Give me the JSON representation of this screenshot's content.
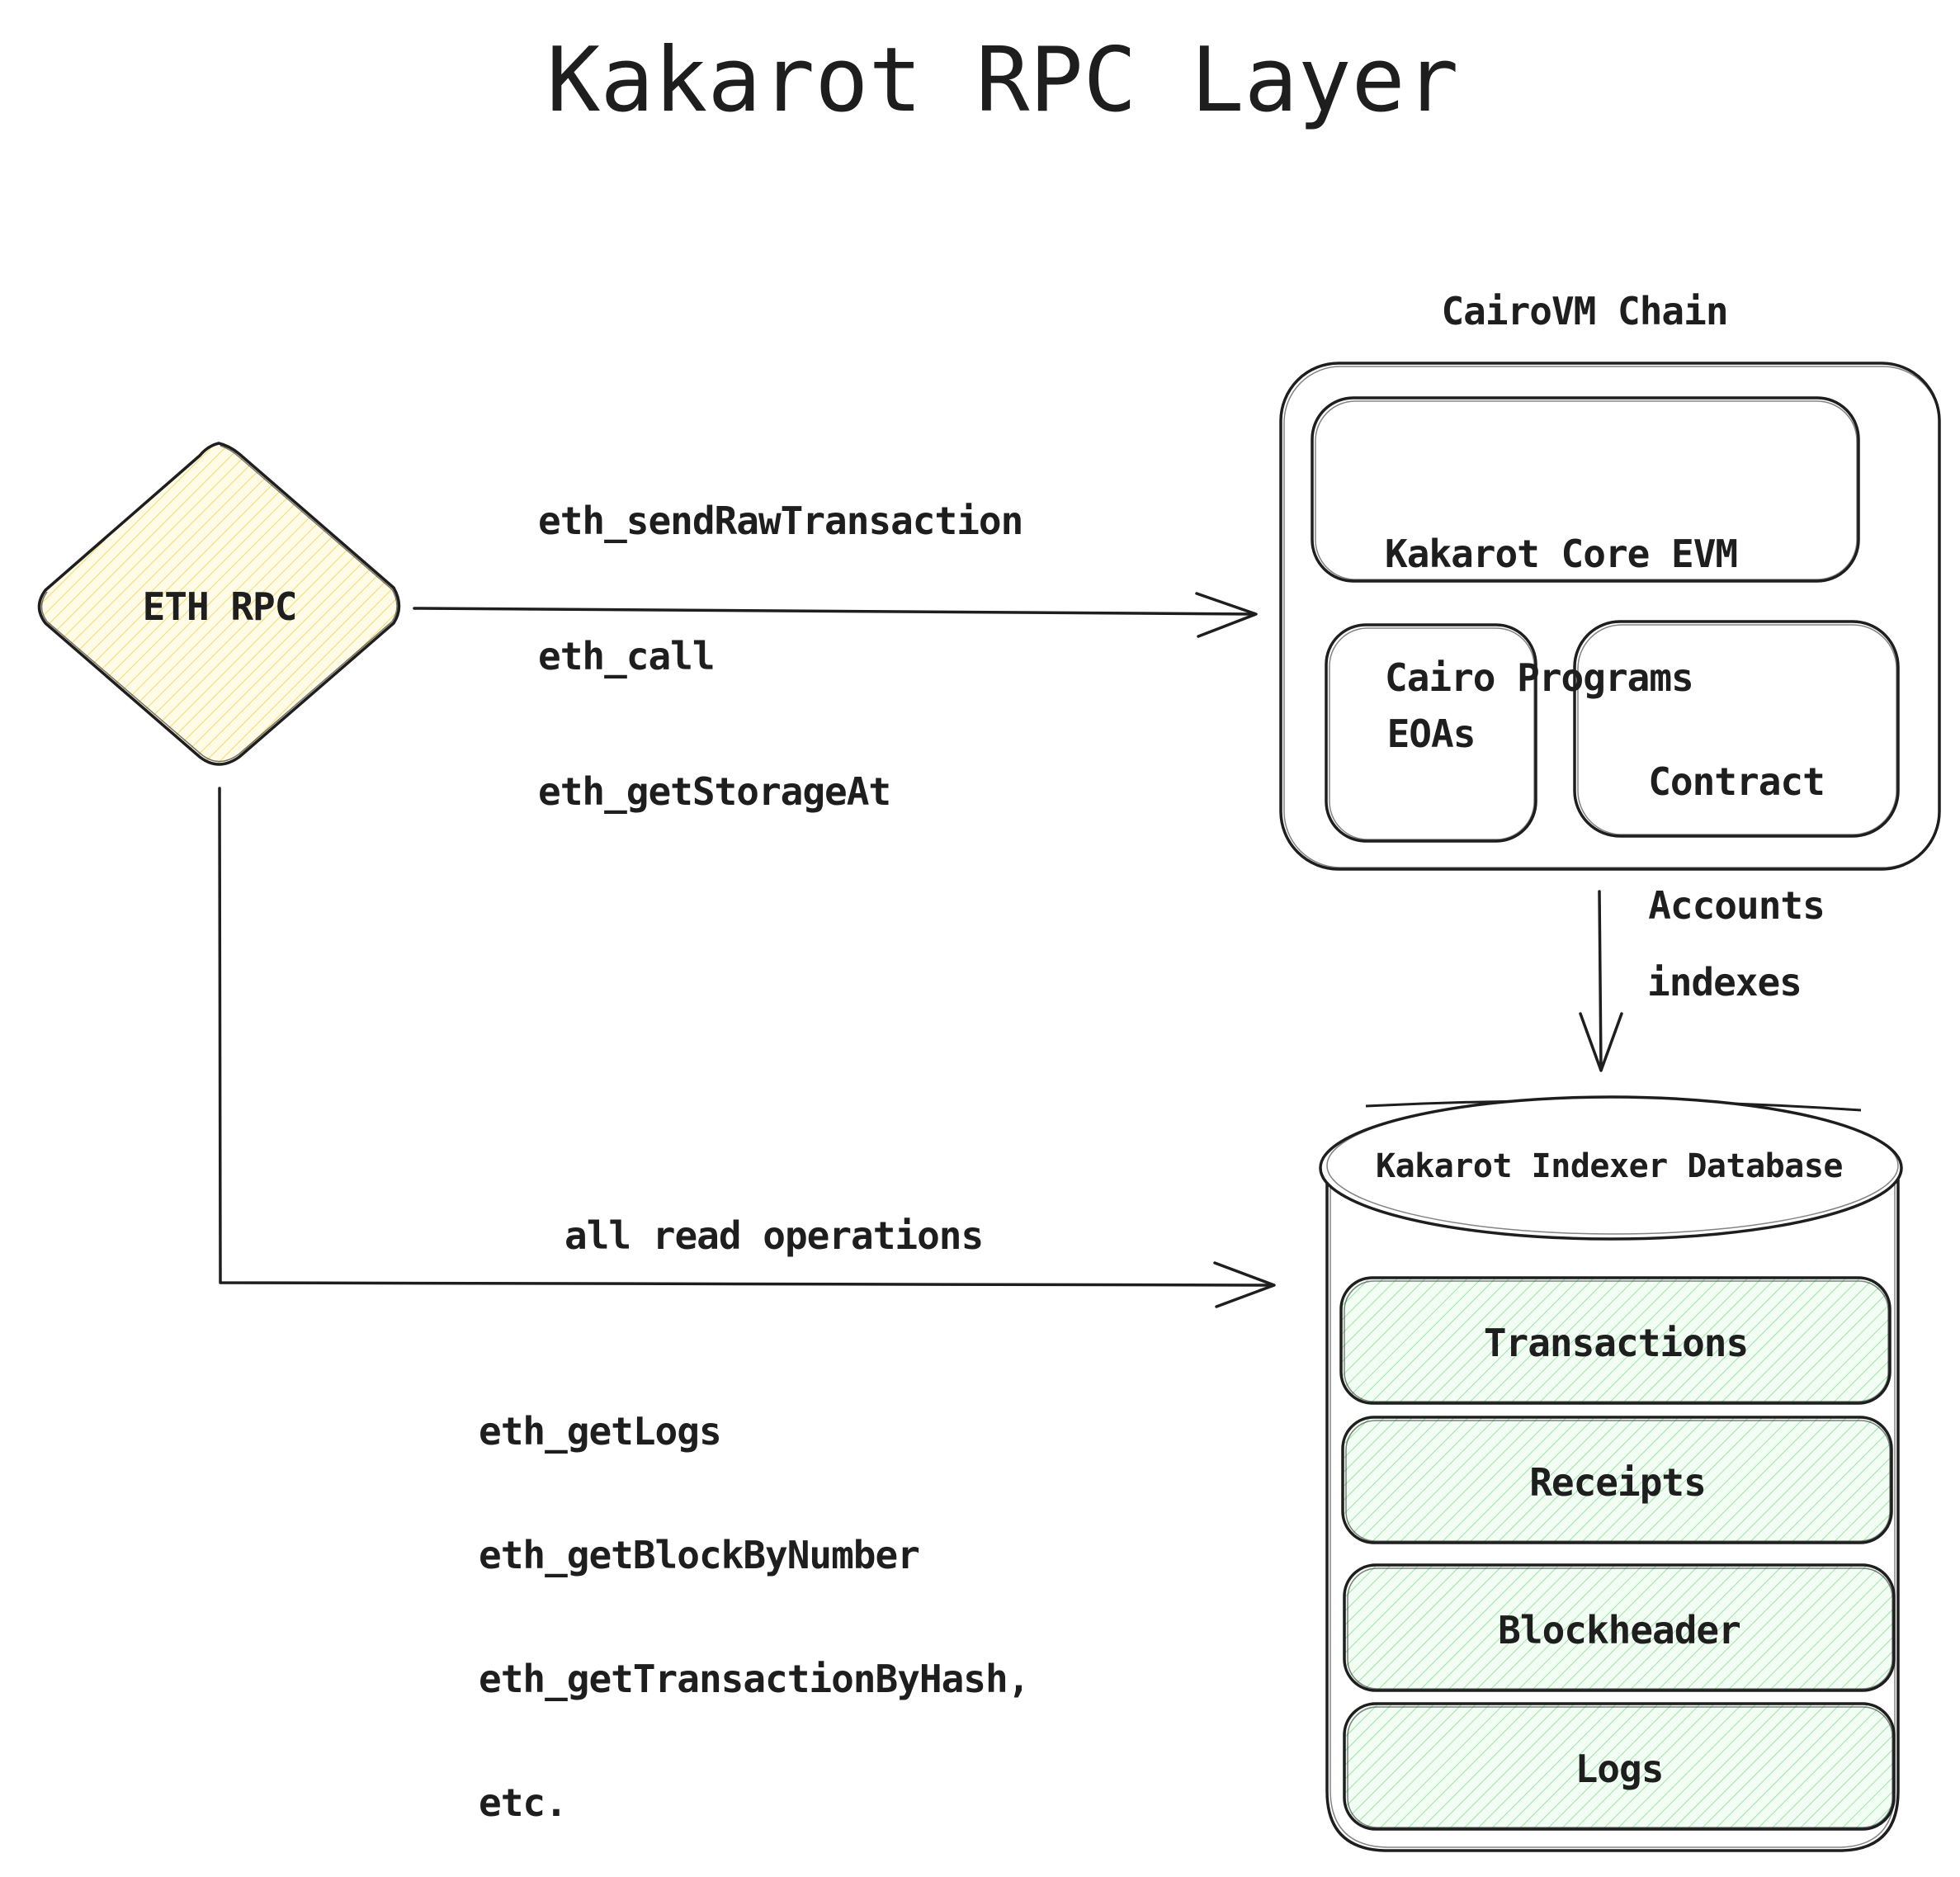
{
  "title": "Kakarot RPC Layer",
  "nodes": {
    "eth_rpc": {
      "label": "ETH RPC"
    },
    "cairovm_chain": {
      "label": "CairoVM Chain",
      "core_evm": {
        "line1": "Kakarot Core EVM",
        "line2": "Cairo Programs"
      },
      "eoas": {
        "label": "EOAs"
      },
      "contract_accounts": {
        "line1": "Contract",
        "line2": "Accounts"
      }
    },
    "indexer_db": {
      "label": "Kakarot Indexer Database",
      "tables": [
        {
          "label": "Transactions"
        },
        {
          "label": "Receipts"
        },
        {
          "label": "Blockheader"
        },
        {
          "label": "Logs"
        }
      ]
    }
  },
  "edges": {
    "write_calls": {
      "lines": [
        "eth_sendRawTransaction",
        "eth_call",
        "eth_getStorageAt"
      ]
    },
    "indexes": {
      "label": "indexes"
    },
    "read_calls": {
      "label": "all read operations",
      "lines": [
        "eth_getLogs",
        "eth_getBlockByNumber",
        "eth_getTransactionByHash,",
        "etc."
      ]
    }
  },
  "colors": {
    "stroke": "#1e1e1e",
    "diamond_fill": "#ffec99",
    "table_fill": "#b2f2bb",
    "background": "#ffffff"
  }
}
